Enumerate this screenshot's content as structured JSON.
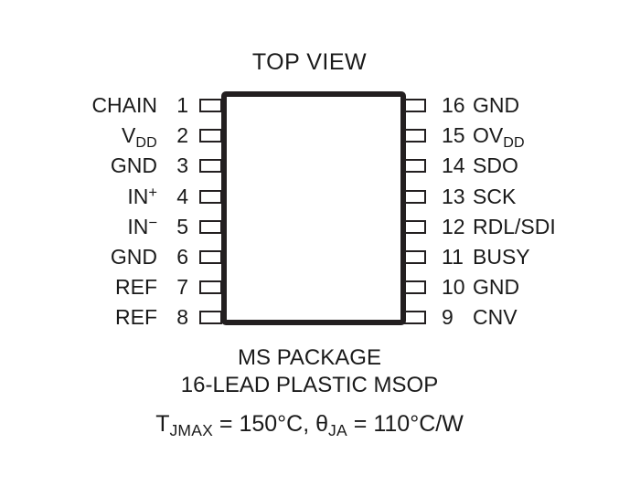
{
  "diagram": {
    "title": "TOP VIEW",
    "package_outline": {
      "shape": "rectangle",
      "stroke_color": "#231f20",
      "fill_color": "#ffffff"
    },
    "left_pins": [
      {
        "number": "1",
        "name": "CHAIN",
        "name_base": "CHAIN",
        "sub": "",
        "sup": ""
      },
      {
        "number": "2",
        "name": "VDD",
        "name_base": "V",
        "sub": "DD",
        "sup": ""
      },
      {
        "number": "3",
        "name": "GND",
        "name_base": "GND",
        "sub": "",
        "sup": ""
      },
      {
        "number": "4",
        "name": "IN+",
        "name_base": "IN",
        "sub": "",
        "sup": "+"
      },
      {
        "number": "5",
        "name": "IN−",
        "name_base": "IN",
        "sub": "",
        "sup": "−"
      },
      {
        "number": "6",
        "name": "GND",
        "name_base": "GND",
        "sub": "",
        "sup": ""
      },
      {
        "number": "7",
        "name": "REF",
        "name_base": "REF",
        "sub": "",
        "sup": ""
      },
      {
        "number": "8",
        "name": "REF",
        "name_base": "REF",
        "sub": "",
        "sup": ""
      }
    ],
    "right_pins": [
      {
        "number": "16",
        "name": "GND",
        "name_base": "GND",
        "sub": "",
        "sup": ""
      },
      {
        "number": "15",
        "name": "OVDD",
        "name_base": "OV",
        "sub": "DD",
        "sup": ""
      },
      {
        "number": "14",
        "name": "SDO",
        "name_base": "SDO",
        "sub": "",
        "sup": ""
      },
      {
        "number": "13",
        "name": "SCK",
        "name_base": "SCK",
        "sub": "",
        "sup": ""
      },
      {
        "number": "12",
        "name": "RDL/SDI",
        "name_base": "RDL/SDI",
        "sub": "",
        "sup": ""
      },
      {
        "number": "11",
        "name": "BUSY",
        "name_base": "BUSY",
        "sub": "",
        "sup": ""
      },
      {
        "number": "10",
        "name": "GND",
        "name_base": "GND",
        "sub": "",
        "sup": ""
      },
      {
        "number": "9",
        "name": "CNV",
        "name_base": "CNV",
        "sub": "",
        "sup": ""
      }
    ],
    "caption": {
      "line1": "MS PACKAGE",
      "line2": "16-LEAD PLASTIC MSOP",
      "thermal": {
        "tj_symbol": "T",
        "tj_sub": "JMAX",
        "tj_value": " = 150°C, ",
        "theta_symbol": "θ",
        "theta_sub": "JA",
        "theta_value": " = 110°C/W"
      }
    }
  }
}
